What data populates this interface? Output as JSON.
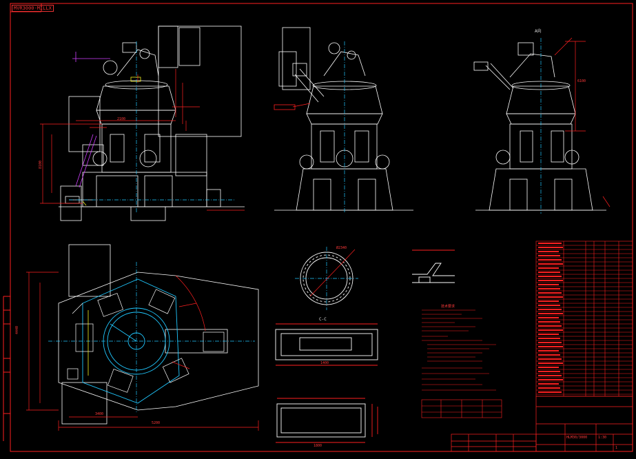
{
  "sheet": {
    "drawing_tag": "MVR3000-MILLX",
    "colors": {
      "background": "#000000",
      "line_white": "#ffffff",
      "line_red": "#ff2020",
      "line_cyan": "#20c8ff",
      "line_magenta": "#d040ff",
      "line_yellow": "#f0f020",
      "line_blue": "#3060ff"
    }
  },
  "labels": {
    "view_a": "A向",
    "section_c": "C-C",
    "title_code": "HLM30/3000",
    "title_scale": "1:30",
    "title_sheet": "1",
    "dim_top_view_width": "5200",
    "dim_top_view_height": "4440",
    "dim_front_height": "8100",
    "dim_ring_dia": "Ø2340",
    "dim_plate_len": "1400",
    "dim_plate2_len": "1800",
    "dim_right_height": "6100",
    "dim_front_base": "2100",
    "dim_top_side": "3400",
    "note_title": "技术要求"
  }
}
